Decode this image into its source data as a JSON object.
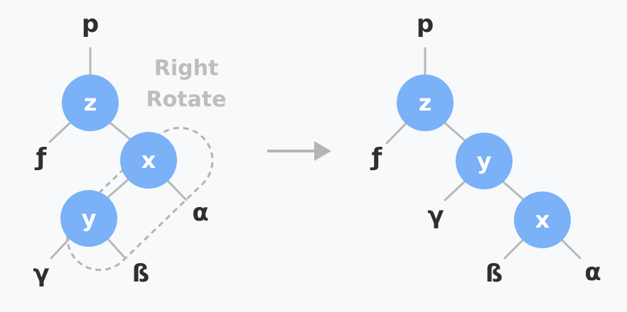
{
  "operation": {
    "label_line1": "Right",
    "label_line2": "Rotate",
    "colors": {
      "node": "#7ab1f7",
      "edge": "#b8b8b8",
      "arrow": "#b5b5b5",
      "label": "#bdbdbd",
      "background": "#f8f9fb"
    }
  },
  "before_tree": {
    "parent": "p",
    "nodes": {
      "z": "z",
      "x": "x",
      "y": "y"
    },
    "subtrees": {
      "f": "ƒ",
      "gamma": "γ",
      "beta": "ß",
      "alpha": "α"
    }
  },
  "after_tree": {
    "parent": "p",
    "nodes": {
      "z": "z",
      "y": "y",
      "x": "x"
    },
    "subtrees": {
      "f": "ƒ",
      "gamma": "γ",
      "beta": "ß",
      "alpha": "α"
    }
  }
}
